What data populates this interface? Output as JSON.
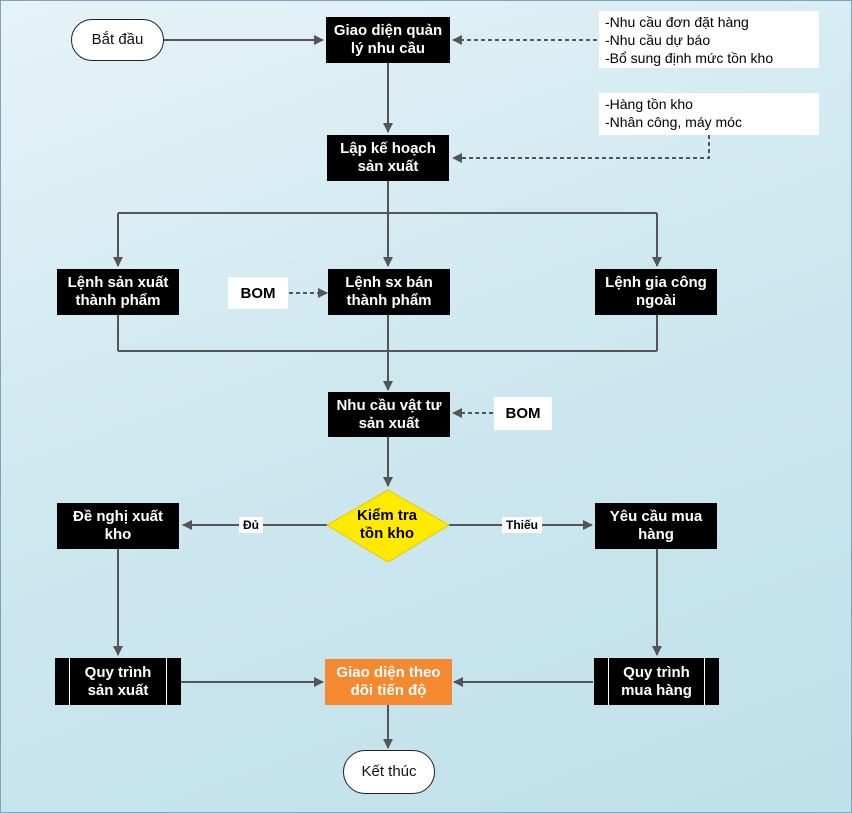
{
  "colors": {
    "process": "#000000",
    "decision": "#ffea00",
    "highlight": "#f5892f",
    "connector": "#555555"
  },
  "nodes": {
    "start": "Bắt đầu",
    "demand_ui": "Giao diện quản\nlý nhu cầu",
    "plan": "Lập kế hoạch\nsản xuất",
    "order_finished": "Lệnh sản xuất\nthành phẩm",
    "order_semi": "Lệnh sx bán\nthành phẩm",
    "order_outsource": "Lệnh gia công\nngoài",
    "material_demand": "Nhu cầu vật tư\nsản xuất",
    "check_stock": "Kiểm tra\ntồn kho",
    "issue_request": "Đề nghị xuất\nkho",
    "purchase_request": "Yêu cầu mua\nhàng",
    "production_process": "Quy trình\nsản xuất",
    "tracking_ui": "Giao diện theo\ndõi tiến độ",
    "purchase_process": "Quy trình\nmua hàng",
    "end": "Kết thúc"
  },
  "inputs": {
    "demand_notes": [
      "-Nhu cầu đơn đặt hàng",
      "-Nhu cầu dự báo",
      "-Bổ sung định mức tồn kho"
    ],
    "plan_notes": [
      "-Hàng tồn kho",
      "-Nhân công, máy móc"
    ],
    "bom_semi": "BOM",
    "bom_material": "BOM"
  },
  "edge_labels": {
    "enough": "Đủ",
    "shortage": "Thiếu"
  }
}
